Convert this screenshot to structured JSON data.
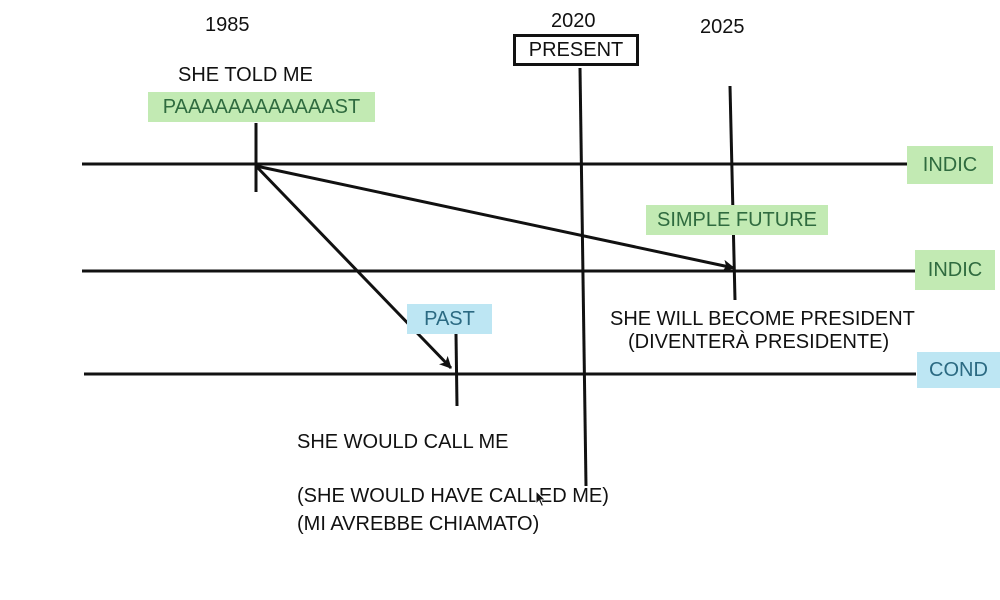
{
  "years": {
    "y1985": "1985",
    "y2020": "2020",
    "y2025": "2025"
  },
  "present_label": "PRESENT",
  "she_told_me": "SHE TOLD ME",
  "past_big": "PAAAAAAAAAAAAST",
  "simple_future": "SIMPLE FUTURE",
  "past": "PAST",
  "mood_labels": {
    "top": "INDIC",
    "middle": "INDIC",
    "bottom": "COND"
  },
  "future_sentence": {
    "english": "SHE WILL BECOME PRESIDENT",
    "italian": "(DIVENTERÀ PRESIDENTE)"
  },
  "conditional_sentences": {
    "line1": "SHE WOULD CALL ME",
    "line2": "(SHE WOULD HAVE  CALLED ME)",
    "line3": "(MI AVREBBE CHIAMATO)"
  },
  "colors": {
    "green_tag": "#c2eab3",
    "green_text": "#2f6b3f",
    "blue_tag": "#bde6f3",
    "blue_text": "#2b6a82",
    "ink": "#111111"
  },
  "icons": {
    "cursor": "mouse-pointer-icon"
  }
}
